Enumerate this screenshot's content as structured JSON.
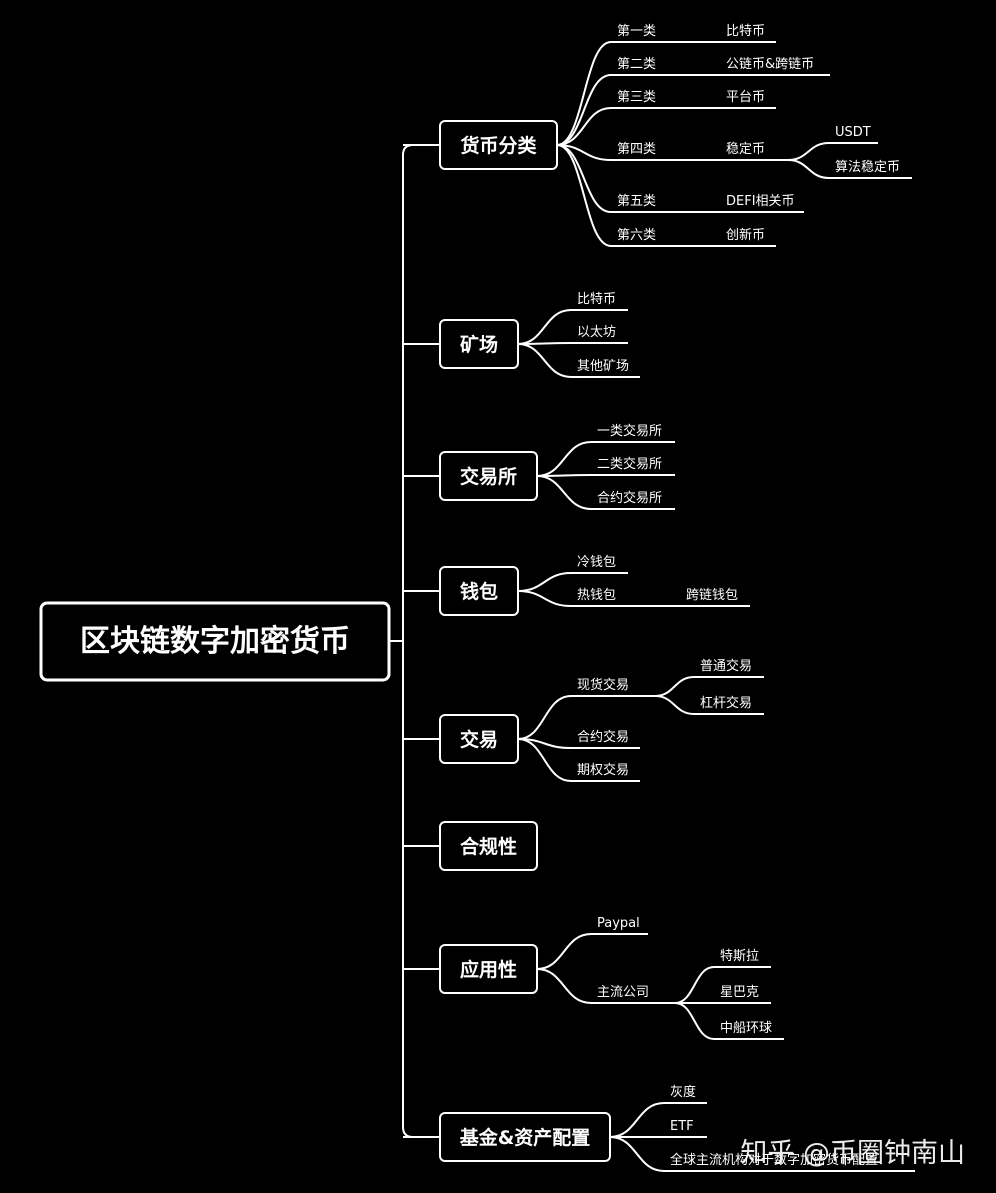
{
  "root": "区块链数字加密货币",
  "branches": [
    {
      "label": "货币分类",
      "leaves": [
        {
          "label": "第一类",
          "child": "比特币"
        },
        {
          "label": "第二类",
          "child": "公链币&跨链币"
        },
        {
          "label": "第三类",
          "child": "平台币"
        },
        {
          "label": "第四类",
          "child": "稳定币",
          "subs": [
            "USDT",
            "算法稳定币"
          ]
        },
        {
          "label": "第五类",
          "child": "DEFI相关币"
        },
        {
          "label": "第六类",
          "child": "创新币"
        }
      ]
    },
    {
      "label": "矿场",
      "leaves": [
        {
          "label": "比特币"
        },
        {
          "label": "以太坊"
        },
        {
          "label": "其他矿场"
        }
      ]
    },
    {
      "label": "交易所",
      "leaves": [
        {
          "label": "一类交易所"
        },
        {
          "label": "二类交易所"
        },
        {
          "label": "合约交易所"
        }
      ]
    },
    {
      "label": "钱包",
      "leaves": [
        {
          "label": "冷钱包"
        },
        {
          "label": "热钱包",
          "child": "跨链钱包"
        }
      ]
    },
    {
      "label": "交易",
      "leaves": [
        {
          "label": "现货交易",
          "subs": [
            "普通交易",
            "杠杆交易"
          ]
        },
        {
          "label": "合约交易"
        },
        {
          "label": "期权交易"
        }
      ]
    },
    {
      "label": "合规性",
      "leaves": []
    },
    {
      "label": "应用性",
      "leaves": [
        {
          "label": "Paypal"
        },
        {
          "label": "主流公司",
          "subs": [
            "特斯拉",
            "星巴克",
            "中船环球"
          ]
        }
      ]
    },
    {
      "label": "基金&资产配置",
      "leaves": [
        {
          "label": "灰度"
        },
        {
          "label": "ETF"
        },
        {
          "label": "全球主流机构对于数字加密货币配置"
        }
      ]
    }
  ],
  "watermark": "知乎 @币圈钟南山"
}
